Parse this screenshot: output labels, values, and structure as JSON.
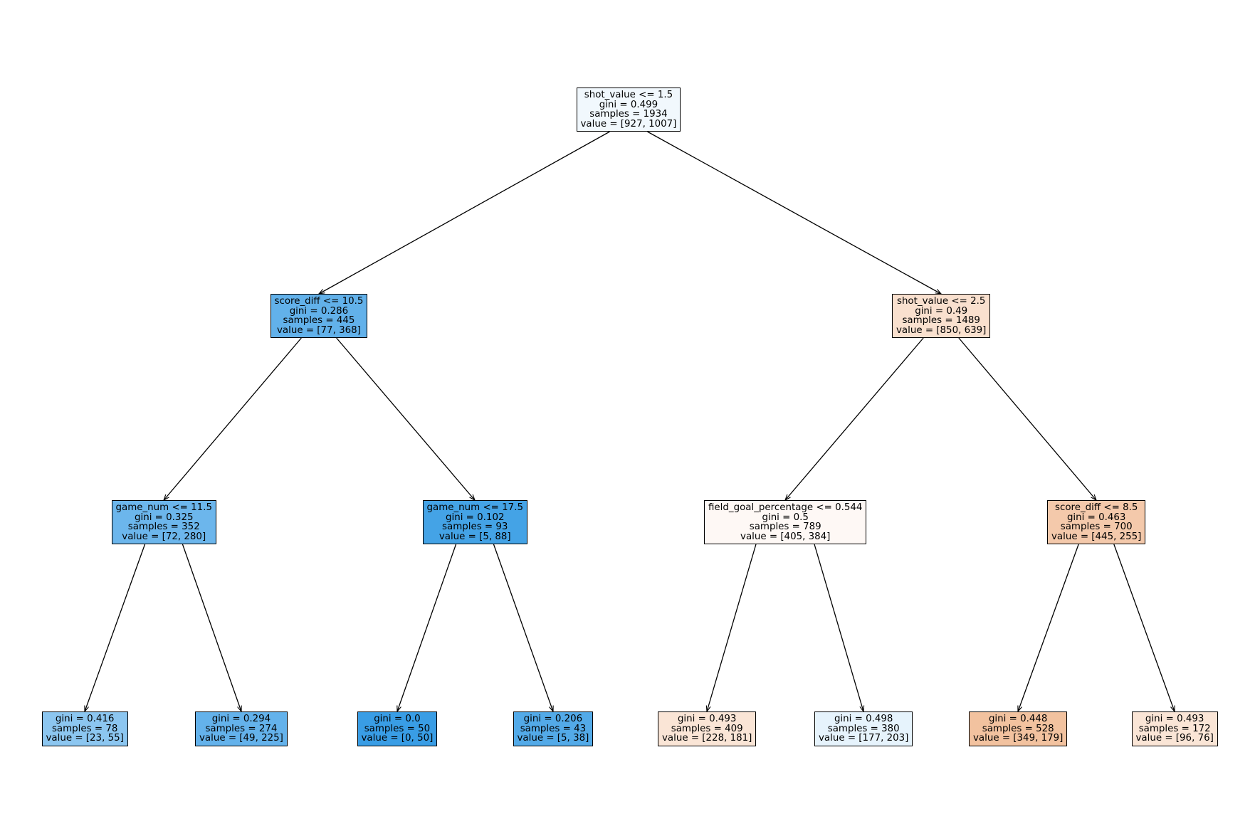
{
  "tree": {
    "nodes": [
      {
        "id": "n0",
        "lines": [
          "shot_value <= 1.5",
          "gini = 0.499",
          "samples = 1934",
          "value = [927, 1007]"
        ],
        "fill": "#f1f8fd"
      },
      {
        "id": "n1",
        "lines": [
          "score_diff <= 10.5",
          "gini = 0.286",
          "samples = 445",
          "value = [77, 368]"
        ],
        "fill": "#62b1ea"
      },
      {
        "id": "n2",
        "lines": [
          "game_num <= 11.5",
          "gini = 0.325",
          "samples = 352",
          "value = [72, 280]"
        ],
        "fill": "#6cb6ec"
      },
      {
        "id": "n3",
        "lines": [
          "gini = 0.416",
          "samples = 78",
          "value = [23, 55]"
        ],
        "fill": "#8cc6f0"
      },
      {
        "id": "n4",
        "lines": [
          "gini = 0.294",
          "samples = 274",
          "value = [49, 225]"
        ],
        "fill": "#64b2eb"
      },
      {
        "id": "n5",
        "lines": [
          "game_num <= 17.5",
          "gini = 0.102",
          "samples = 93",
          "value = [5, 88]"
        ],
        "fill": "#44a3e6"
      },
      {
        "id": "n6",
        "lines": [
          "gini = 0.0",
          "samples = 50",
          "value = [0, 50]"
        ],
        "fill": "#399de5"
      },
      {
        "id": "n7",
        "lines": [
          "gini = 0.206",
          "samples = 43",
          "value = [5, 38]"
        ],
        "fill": "#53aae8"
      },
      {
        "id": "n8",
        "lines": [
          "shot_value <= 2.5",
          "gini = 0.49",
          "samples = 1489",
          "value = [850, 639]"
        ],
        "fill": "#f9e0ce"
      },
      {
        "id": "n9",
        "lines": [
          "field_goal_percentage <= 0.544",
          "gini = 0.5",
          "samples = 789",
          "value = [405, 384]"
        ],
        "fill": "#fef8f5"
      },
      {
        "id": "n10",
        "lines": [
          "gini = 0.493",
          "samples = 409",
          "value = [228, 181]"
        ],
        "fill": "#fae5d6"
      },
      {
        "id": "n11",
        "lines": [
          "gini = 0.498",
          "samples = 380",
          "value = [177, 203]"
        ],
        "fill": "#e6f3fc"
      },
      {
        "id": "n12",
        "lines": [
          "score_diff <= 8.5",
          "gini = 0.463",
          "samples = 700",
          "value = [445, 255]"
        ],
        "fill": "#f4c9ab"
      },
      {
        "id": "n13",
        "lines": [
          "gini = 0.448",
          "samples = 528",
          "value = [349, 179]"
        ],
        "fill": "#f2c29f"
      },
      {
        "id": "n14",
        "lines": [
          "gini = 0.493",
          "samples = 172",
          "value = [96, 76]"
        ],
        "fill": "#fae5d6"
      }
    ],
    "edges": [
      [
        "n0",
        "n1"
      ],
      [
        "n0",
        "n8"
      ],
      [
        "n1",
        "n2"
      ],
      [
        "n1",
        "n5"
      ],
      [
        "n2",
        "n3"
      ],
      [
        "n2",
        "n4"
      ],
      [
        "n5",
        "n6"
      ],
      [
        "n5",
        "n7"
      ],
      [
        "n8",
        "n9"
      ],
      [
        "n8",
        "n12"
      ],
      [
        "n9",
        "n10"
      ],
      [
        "n9",
        "n11"
      ],
      [
        "n12",
        "n13"
      ],
      [
        "n12",
        "n14"
      ]
    ]
  }
}
